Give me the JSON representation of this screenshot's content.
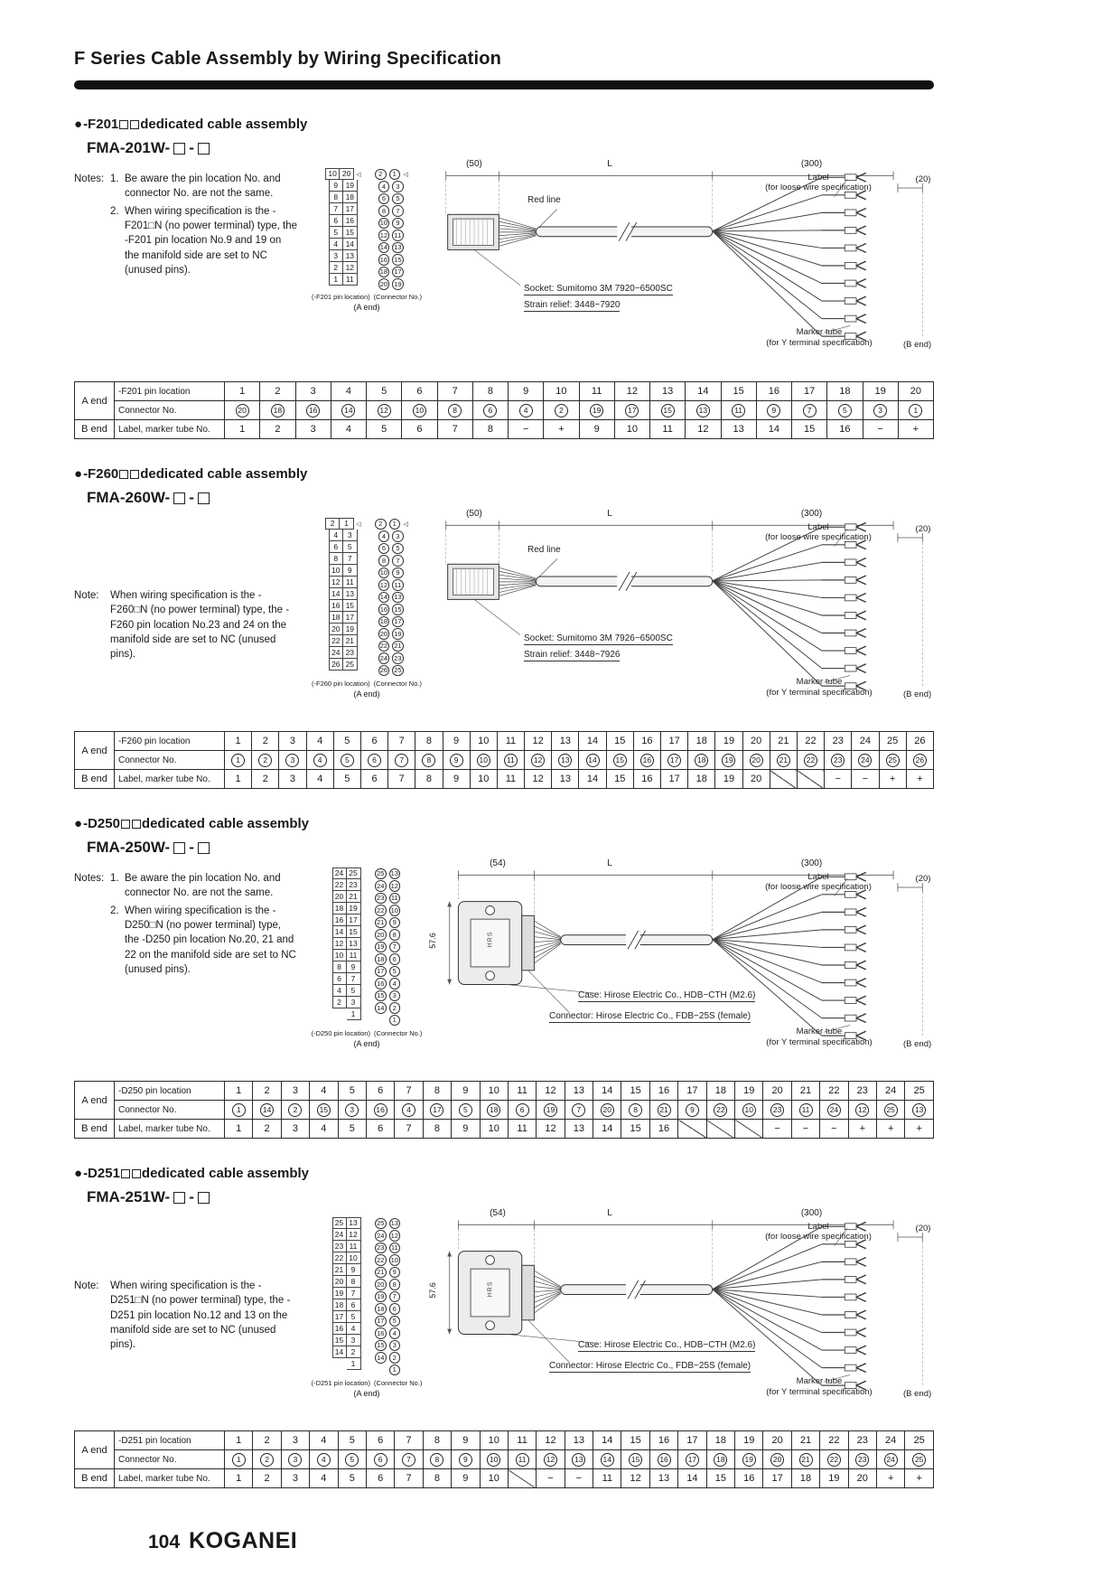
{
  "page": {
    "title": "F Series Cable Assembly by Wiring Specification",
    "footer": {
      "page_number": "104",
      "brand": "KOGANEI"
    }
  },
  "sections": [
    {
      "bullet": "●",
      "code": "-F201",
      "title_suffix": "dedicated cable assembly",
      "model_prefix": "FMA-201W-",
      "model_sep": "-",
      "notes_label": "Notes:",
      "notes": [
        {
          "num": "1.",
          "text": "Be aware the pin location No. and connector No. are not the same."
        },
        {
          "num": "2.",
          "text": "When wiring specification is the -F201□N (no power terminal) type, the -F201 pin location No.9 and 19 on the manifold side are set to NC (unused pins)."
        }
      ],
      "pins": {
        "polarity_marker": "◁",
        "left_rows": [
          [
            "10",
            "20"
          ],
          [
            "9",
            "19"
          ],
          [
            "8",
            "18"
          ],
          [
            "7",
            "17"
          ],
          [
            "6",
            "16"
          ],
          [
            "5",
            "15"
          ],
          [
            "4",
            "14"
          ],
          [
            "3",
            "13"
          ],
          [
            "2",
            "12"
          ],
          [
            "1",
            "11"
          ]
        ],
        "right_rows": [
          [
            "2",
            "1"
          ],
          [
            "4",
            "3"
          ],
          [
            "6",
            "5"
          ],
          [
            "8",
            "7"
          ],
          [
            "10",
            "9"
          ],
          [
            "12",
            "11"
          ],
          [
            "14",
            "13"
          ],
          [
            "16",
            "15"
          ],
          [
            "18",
            "17"
          ],
          [
            "20",
            "19"
          ]
        ],
        "caption_left": "(-F201 pin location)",
        "caption_right": "(Connector No.)",
        "caption_bottom": "(A end)"
      },
      "diagram": {
        "dim_a": "(50)",
        "dim_b": "L",
        "dim_c": "(300)",
        "dim_d": "(20)",
        "label_1": "Label",
        "label_2": "(for loose wire specification)",
        "red_line": "Red line",
        "socket": "Socket: Sumitomo 3M 7920−6500SC",
        "strain": "Strain relief: 3448−7920",
        "marker_1": "Marker tube",
        "marker_2": "(for Y terminal specification)",
        "b_end": "(B end)"
      },
      "table": {
        "rows": [
          {
            "group": "A end",
            "rowspan": 2,
            "label": "-F201 pin location",
            "cells": [
              "1",
              "2",
              "3",
              "4",
              "5",
              "6",
              "7",
              "8",
              "9",
              "10",
              "11",
              "12",
              "13",
              "14",
              "15",
              "16",
              "17",
              "18",
              "19",
              "20"
            ]
          },
          {
            "label": "Connector No.",
            "circled": true,
            "cells": [
              "20",
              "18",
              "16",
              "14",
              "12",
              "10",
              "8",
              "6",
              "4",
              "2",
              "19",
              "17",
              "15",
              "13",
              "11",
              "9",
              "7",
              "5",
              "3",
              "1"
            ]
          },
          {
            "group": "B end",
            "rowspan": 1,
            "label": "Label, marker tube No.",
            "cells": [
              "1",
              "2",
              "3",
              "4",
              "5",
              "6",
              "7",
              "8",
              "−",
              "+",
              "9",
              "10",
              "11",
              "12",
              "13",
              "14",
              "15",
              "16",
              "−",
              "+"
            ]
          }
        ]
      }
    },
    {
      "bullet": "●",
      "code": "-F260",
      "title_suffix": "dedicated cable assembly",
      "model_prefix": "FMA-260W-",
      "model_sep": "-",
      "notes_label": "Note:",
      "notes": [
        {
          "num": "",
          "text": "When wiring specification is the -F260□N (no power terminal) type, the -F260 pin location No.23 and 24 on the manifold side are set to NC (unused pins)."
        }
      ],
      "pins": {
        "polarity_marker": "◁",
        "left_rows": [
          [
            "2",
            "1"
          ],
          [
            "4",
            "3"
          ],
          [
            "6",
            "5"
          ],
          [
            "8",
            "7"
          ],
          [
            "10",
            "9"
          ],
          [
            "12",
            "11"
          ],
          [
            "14",
            "13"
          ],
          [
            "16",
            "15"
          ],
          [
            "18",
            "17"
          ],
          [
            "20",
            "19"
          ],
          [
            "22",
            "21"
          ],
          [
            "24",
            "23"
          ],
          [
            "26",
            "25"
          ]
        ],
        "right_rows": [
          [
            "2",
            "1"
          ],
          [
            "4",
            "3"
          ],
          [
            "6",
            "5"
          ],
          [
            "8",
            "7"
          ],
          [
            "10",
            "9"
          ],
          [
            "12",
            "11"
          ],
          [
            "14",
            "13"
          ],
          [
            "16",
            "15"
          ],
          [
            "18",
            "17"
          ],
          [
            "20",
            "19"
          ],
          [
            "22",
            "21"
          ],
          [
            "24",
            "23"
          ],
          [
            "26",
            "25"
          ]
        ],
        "caption_left": "(-F260 pin location)",
        "caption_right": "(Connector No.)",
        "caption_bottom": "(A end)"
      },
      "diagram": {
        "dim_a": "(50)",
        "dim_b": "L",
        "dim_c": "(300)",
        "dim_d": "(20)",
        "label_1": "Label",
        "label_2": "(for loose wire specification)",
        "red_line": "Red line",
        "socket": "Socket: Sumitomo 3M 7926−6500SC",
        "strain": "Strain relief: 3448−7926",
        "marker_1": "Marker tube",
        "marker_2": "(for Y terminal specification)",
        "b_end": "(B end)"
      },
      "table": {
        "rows": [
          {
            "group": "A end",
            "rowspan": 2,
            "label": "-F260 pin location",
            "cells": [
              "1",
              "2",
              "3",
              "4",
              "5",
              "6",
              "7",
              "8",
              "9",
              "10",
              "11",
              "12",
              "13",
              "14",
              "15",
              "16",
              "17",
              "18",
              "19",
              "20",
              "21",
              "22",
              "23",
              "24",
              "25",
              "26"
            ]
          },
          {
            "label": "Connector No.",
            "circled": true,
            "cells": [
              "1",
              "2",
              "3",
              "4",
              "5",
              "6",
              "7",
              "8",
              "9",
              "10",
              "11",
              "12",
              "13",
              "14",
              "15",
              "16",
              "17",
              "18",
              "19",
              "20",
              "21",
              "22",
              "23",
              "24",
              "25",
              "26"
            ]
          },
          {
            "group": "B end",
            "rowspan": 1,
            "label": "Label, marker tube No.",
            "cells": [
              "1",
              "2",
              "3",
              "4",
              "5",
              "6",
              "7",
              "8",
              "9",
              "10",
              "11",
              "12",
              "13",
              "14",
              "15",
              "16",
              "17",
              "18",
              "19",
              "20",
              "/",
              "/",
              "−",
              "−",
              "+",
              "+"
            ]
          }
        ]
      }
    },
    {
      "bullet": "●",
      "code": "-D250",
      "title_suffix": "dedicated cable assembly",
      "model_prefix": "FMA-250W-",
      "model_sep": "-",
      "notes_label": "Notes:",
      "notes": [
        {
          "num": "1.",
          "text": "Be aware the pin location No. and connector No. are not the same."
        },
        {
          "num": "2.",
          "text": "When wiring specification is the -D250□N (no power terminal) type, the -D250 pin location No.20, 21 and 22 on the manifold side are set to NC (unused pins)."
        }
      ],
      "pins": {
        "polarity_marker": "",
        "left_rows": [
          [
            "24",
            "25"
          ],
          [
            "22",
            "23"
          ],
          [
            "20",
            "21"
          ],
          [
            "18",
            "19"
          ],
          [
            "16",
            "17"
          ],
          [
            "14",
            "15"
          ],
          [
            "12",
            "13"
          ],
          [
            "10",
            "11"
          ],
          [
            "8",
            "9"
          ],
          [
            "6",
            "7"
          ],
          [
            "4",
            "5"
          ],
          [
            "2",
            "3"
          ],
          [
            "",
            "1"
          ]
        ],
        "right_rows": [
          [
            "25",
            "13"
          ],
          [
            "24",
            "12"
          ],
          [
            "23",
            "11"
          ],
          [
            "22",
            "10"
          ],
          [
            "21",
            "9"
          ],
          [
            "20",
            "8"
          ],
          [
            "19",
            "7"
          ],
          [
            "18",
            "6"
          ],
          [
            "17",
            "5"
          ],
          [
            "16",
            "4"
          ],
          [
            "15",
            "3"
          ],
          [
            "14",
            "2"
          ],
          [
            "",
            "1"
          ]
        ],
        "caption_left": "(-D250 pin location)",
        "caption_right": "(Connector No.)",
        "caption_bottom": "(A end)"
      },
      "diagram": {
        "dim_a": "(54)",
        "dim_b": "L",
        "dim_c": "(300)",
        "dim_d": "(20)",
        "label_1": "Label",
        "label_2": "(for loose wire specification)",
        "height_dim": "57.6",
        "logo": "HRS",
        "case_label": "Case: Hirose Electric Co., HDB−CTH (M2.6)",
        "connector_label": "Connector: Hirose Electric Co., FDB−25S (female)",
        "marker_1": "Marker tube",
        "marker_2": "(for Y terminal specification)",
        "b_end": "(B end)"
      },
      "table": {
        "rows": [
          {
            "group": "A end",
            "rowspan": 2,
            "label": "-D250 pin location",
            "cells": [
              "1",
              "2",
              "3",
              "4",
              "5",
              "6",
              "7",
              "8",
              "9",
              "10",
              "11",
              "12",
              "13",
              "14",
              "15",
              "16",
              "17",
              "18",
              "19",
              "20",
              "21",
              "22",
              "23",
              "24",
              "25"
            ]
          },
          {
            "label": "Connector No.",
            "circled": true,
            "cells": [
              "1",
              "14",
              "2",
              "15",
              "3",
              "16",
              "4",
              "17",
              "5",
              "18",
              "6",
              "19",
              "7",
              "20",
              "8",
              "21",
              "9",
              "22",
              "10",
              "23",
              "11",
              "24",
              "12",
              "25",
              "13"
            ]
          },
          {
            "group": "B end",
            "rowspan": 1,
            "label": "Label, marker tube No.",
            "cells": [
              "1",
              "2",
              "3",
              "4",
              "5",
              "6",
              "7",
              "8",
              "9",
              "10",
              "11",
              "12",
              "13",
              "14",
              "15",
              "16",
              "/",
              "/",
              "/",
              "−",
              "−",
              "−",
              "+",
              "+",
              "+"
            ]
          }
        ]
      }
    },
    {
      "bullet": "●",
      "code": "-D251",
      "title_suffix": "dedicated cable assembly",
      "model_prefix": "FMA-251W-",
      "model_sep": "-",
      "notes_label": "Note:",
      "notes": [
        {
          "num": "",
          "text": "When wiring specification is the -D251□N (no power terminal) type, the -D251 pin location No.12 and 13 on the manifold side are set to NC (unused pins)."
        }
      ],
      "pins": {
        "polarity_marker": "",
        "left_rows": [
          [
            "25",
            "13"
          ],
          [
            "24",
            "12"
          ],
          [
            "23",
            "11"
          ],
          [
            "22",
            "10"
          ],
          [
            "21",
            "9"
          ],
          [
            "20",
            "8"
          ],
          [
            "19",
            "7"
          ],
          [
            "18",
            "6"
          ],
          [
            "17",
            "5"
          ],
          [
            "16",
            "4"
          ],
          [
            "15",
            "3"
          ],
          [
            "14",
            "2"
          ],
          [
            "",
            "1"
          ]
        ],
        "right_rows": [
          [
            "25",
            "13"
          ],
          [
            "24",
            "12"
          ],
          [
            "23",
            "11"
          ],
          [
            "22",
            "10"
          ],
          [
            "21",
            "9"
          ],
          [
            "20",
            "8"
          ],
          [
            "19",
            "7"
          ],
          [
            "18",
            "6"
          ],
          [
            "17",
            "5"
          ],
          [
            "16",
            "4"
          ],
          [
            "15",
            "3"
          ],
          [
            "14",
            "2"
          ],
          [
            "",
            "1"
          ]
        ],
        "caption_left": "(-D251 pin location)",
        "caption_right": "(Connector No.)",
        "caption_bottom": "(A end)"
      },
      "diagram": {
        "dim_a": "(54)",
        "dim_b": "L",
        "dim_c": "(300)",
        "dim_d": "(20)",
        "label_1": "Label",
        "label_2": "(for loose wire specification)",
        "height_dim": "57.6",
        "logo": "HRS",
        "case_label": "Case: Hirose Electric Co., HDB−CTH (M2.6)",
        "connector_label": "Connector: Hirose Electric Co., FDB−25S (female)",
        "marker_1": "Marker tube",
        "marker_2": "(for Y terminal specification)",
        "b_end": "(B end)"
      },
      "table": {
        "rows": [
          {
            "group": "A end",
            "rowspan": 2,
            "label": "-D251 pin location",
            "cells": [
              "1",
              "2",
              "3",
              "4",
              "5",
              "6",
              "7",
              "8",
              "9",
              "10",
              "11",
              "12",
              "13",
              "14",
              "15",
              "16",
              "17",
              "18",
              "19",
              "20",
              "21",
              "22",
              "23",
              "24",
              "25"
            ]
          },
          {
            "label": "Connector No.",
            "circled": true,
            "cells": [
              "1",
              "2",
              "3",
              "4",
              "5",
              "6",
              "7",
              "8",
              "9",
              "10",
              "11",
              "12",
              "13",
              "14",
              "15",
              "16",
              "17",
              "18",
              "19",
              "20",
              "21",
              "22",
              "23",
              "24",
              "25"
            ]
          },
          {
            "group": "B end",
            "rowspan": 1,
            "label": "Label, marker tube No.",
            "cells": [
              "1",
              "2",
              "3",
              "4",
              "5",
              "6",
              "7",
              "8",
              "9",
              "10",
              "/",
              "−",
              "−",
              "11",
              "12",
              "13",
              "14",
              "15",
              "16",
              "17",
              "18",
              "19",
              "20",
              "+",
              "+"
            ]
          }
        ]
      }
    }
  ]
}
